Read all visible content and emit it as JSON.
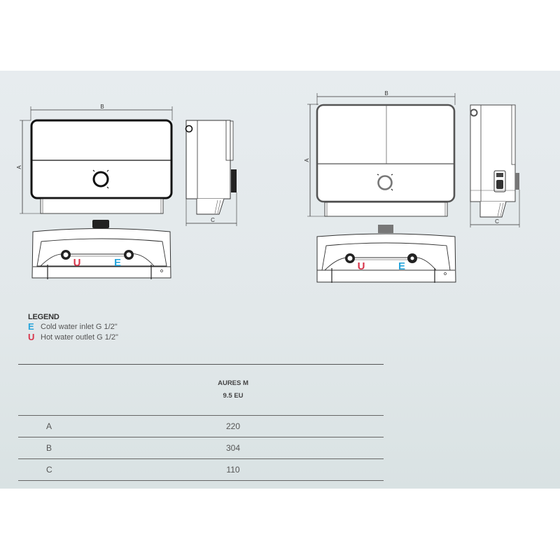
{
  "diagram": {
    "left_unit": {
      "front_view": {
        "width_label": "B",
        "height_label": "A"
      },
      "side_view": {
        "depth_label": "C"
      },
      "bottom_view": {
        "outlet_label": "U",
        "inlet_label": "E"
      }
    },
    "right_unit": {
      "front_view": {
        "width_label": "B",
        "height_label": "A"
      },
      "side_view": {
        "depth_label": "C"
      },
      "bottom_view": {
        "outlet_label": "U",
        "inlet_label": "E"
      }
    },
    "colors": {
      "cold": "#27a5dc",
      "hot": "#d8344a",
      "line": "#222222",
      "background": "#e4eaec"
    }
  },
  "legend": {
    "title": "LEGEND",
    "items": [
      {
        "symbol": "E",
        "text": "Cold water inlet G 1/2\"",
        "color": "#27a5dc"
      },
      {
        "symbol": "U",
        "text": "Hot water outlet G 1/2\"",
        "color": "#d8344a"
      }
    ]
  },
  "table": {
    "model_line1": "AURES M",
    "model_line2": "9.5 EU",
    "rows": [
      {
        "key": "A",
        "value": "220"
      },
      {
        "key": "B",
        "value": "304"
      },
      {
        "key": "C",
        "value": "110"
      }
    ]
  }
}
